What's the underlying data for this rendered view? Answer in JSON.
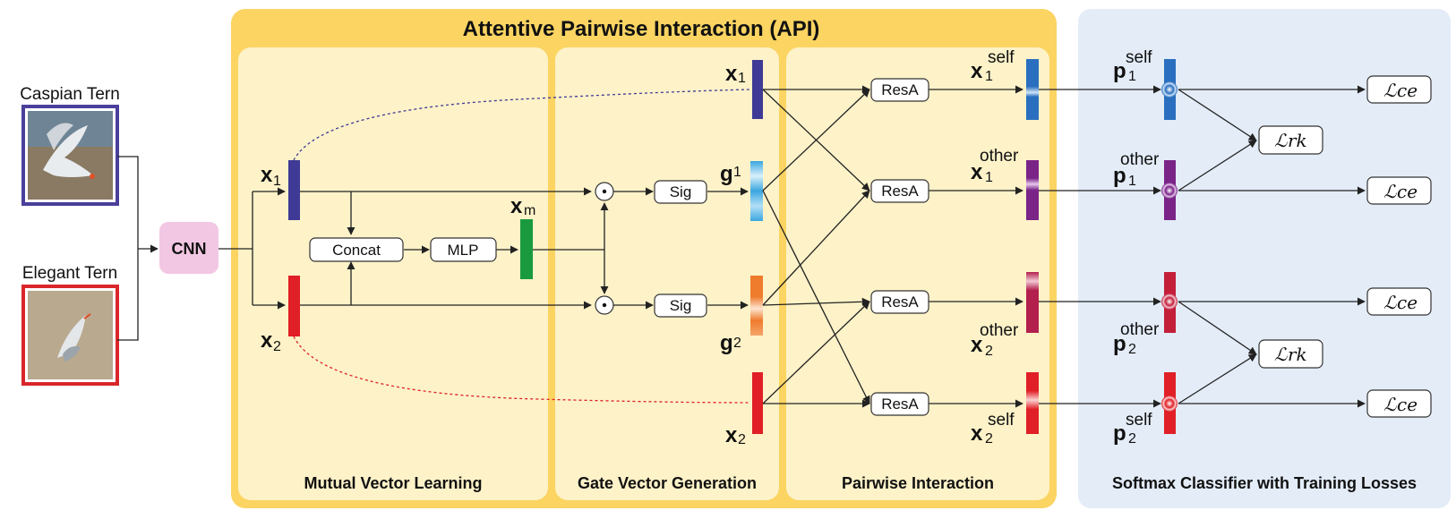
{
  "title": "Attentive Pairwise Interaction (API)",
  "inputs": {
    "img1_label": "Caspian Tern",
    "img2_label": "Elegant Tern"
  },
  "cnn": "CNN",
  "blocks": {
    "concat": "Concat",
    "mlp": "MLP",
    "sig": "Sig",
    "resa": "ResA",
    "odot": "⊙"
  },
  "vars": {
    "x": "x",
    "g": "g",
    "p": "p",
    "sub1": "1",
    "sub2": "2",
    "subm": "m",
    "self": "self",
    "other": "other"
  },
  "losses": {
    "ce_L": "ℒ",
    "ce_sub": "ce",
    "rk_L": "ℒ",
    "rk_sub": "rk"
  },
  "sections": {
    "mutual": "Mutual Vector Learning",
    "gate": "Gate Vector Generation",
    "pairwise": "Pairwise Interaction",
    "softmax": "Softmax Classifier with Training Losses"
  },
  "colors": {
    "api_bg": "#fbd462",
    "panel_bg": "#fdf2c8",
    "softmax_bg": "#e3ecf7",
    "cnn_bg": "#f2c7e3",
    "blue_border": "#4a3f9b",
    "red_border": "#d9262b",
    "x1": "#3f3a95",
    "x2": "#e01f26",
    "xm": "#1a9a3f",
    "g1": "#3aa6e0",
    "g2": "#ef7b2c",
    "x1_self": "#2a6fbf",
    "x1_other": "#7a2488",
    "x2_other": "#b3204e",
    "x2_self": "#e01f26",
    "p1_self": "#2a6fbf",
    "p1_other": "#7a2488",
    "p2_other": "#c41f3a",
    "p2_self": "#e01f26"
  }
}
